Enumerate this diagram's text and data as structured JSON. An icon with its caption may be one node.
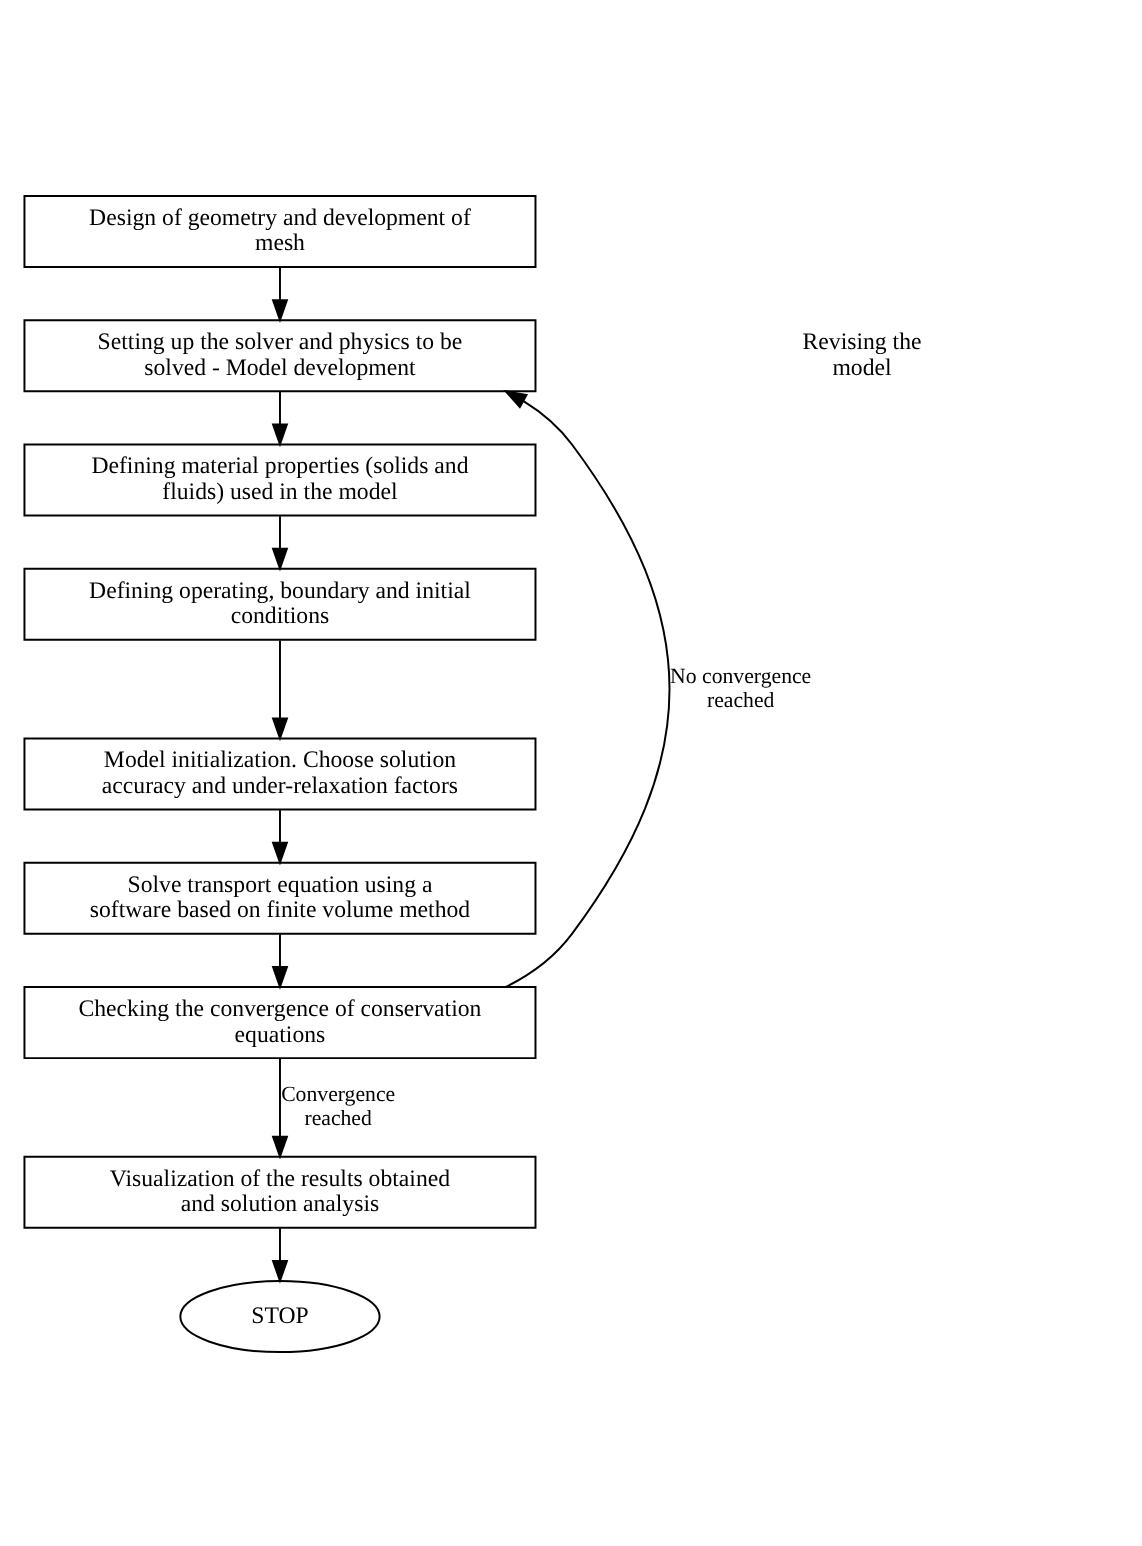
{
  "diagram": {
    "nodes": [
      {
        "text": [
          "Design of geometry and development of mesh"
        ]
      },
      {
        "text": [
          "Setting up the solver and physics to be solved - Model development"
        ]
      },
      {
        "text": [
          "Defining material properties (solids and fluids) used in the model"
        ]
      },
      {
        "text": [
          "Defining operating, boundary and initial conditions"
        ]
      },
      {
        "text": [
          "Model initialization. Choose solution accuracy and under-relaxation factors"
        ]
      },
      {
        "text": [
          "Solve transport equation using a software based on finite volume method"
        ]
      },
      {
        "text": [
          "Checking the convergence of conservation equations"
        ]
      },
      {
        "text": [
          "Visualization of the results obtained and solution analysis"
        ]
      },
      {
        "text": [
          "STOP"
        ]
      }
    ],
    "edges": [
      {
        "from": 0,
        "to": 1,
        "arrow": "to"
      },
      {
        "from": 1,
        "to": 2,
        "arrow": "to"
      },
      {
        "from": 2,
        "to": 3,
        "arrow": "to"
      },
      {
        "from": 3,
        "to": 4,
        "arrow": "to"
      },
      {
        "from": 4,
        "to": 5,
        "arrow": "to"
      },
      {
        "from": 5,
        "to": 6,
        "arrow": "to"
      },
      {
        "from": 6,
        "to": 7,
        "label": "Convergence reached",
        "arrow": "to"
      },
      {
        "from": 7,
        "to": 8,
        "arrow": "to"
      },
      {
        "from": 6,
        "to": 1,
        "label": "No convergence reached",
        "arrow": "to"
      }
    ],
    "labels": [
      "Revising the model"
    ]
  }
}
